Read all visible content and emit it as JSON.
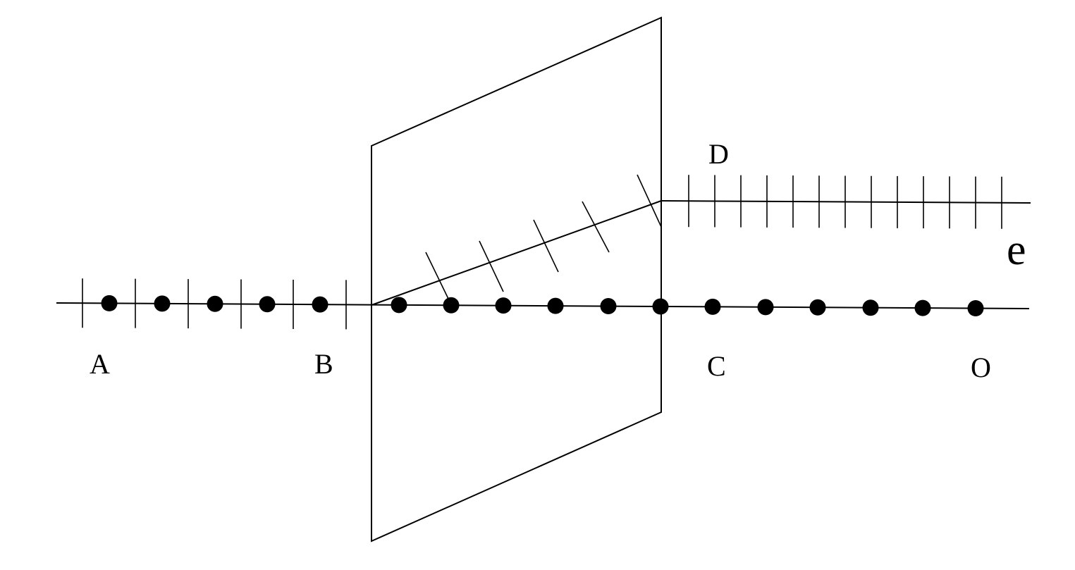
{
  "labels": {
    "a": "A",
    "b": "B",
    "c": "C",
    "d": "D",
    "o": "O",
    "e": "e"
  },
  "colors": {
    "ink": "#000000",
    "background": "#ffffff"
  }
}
